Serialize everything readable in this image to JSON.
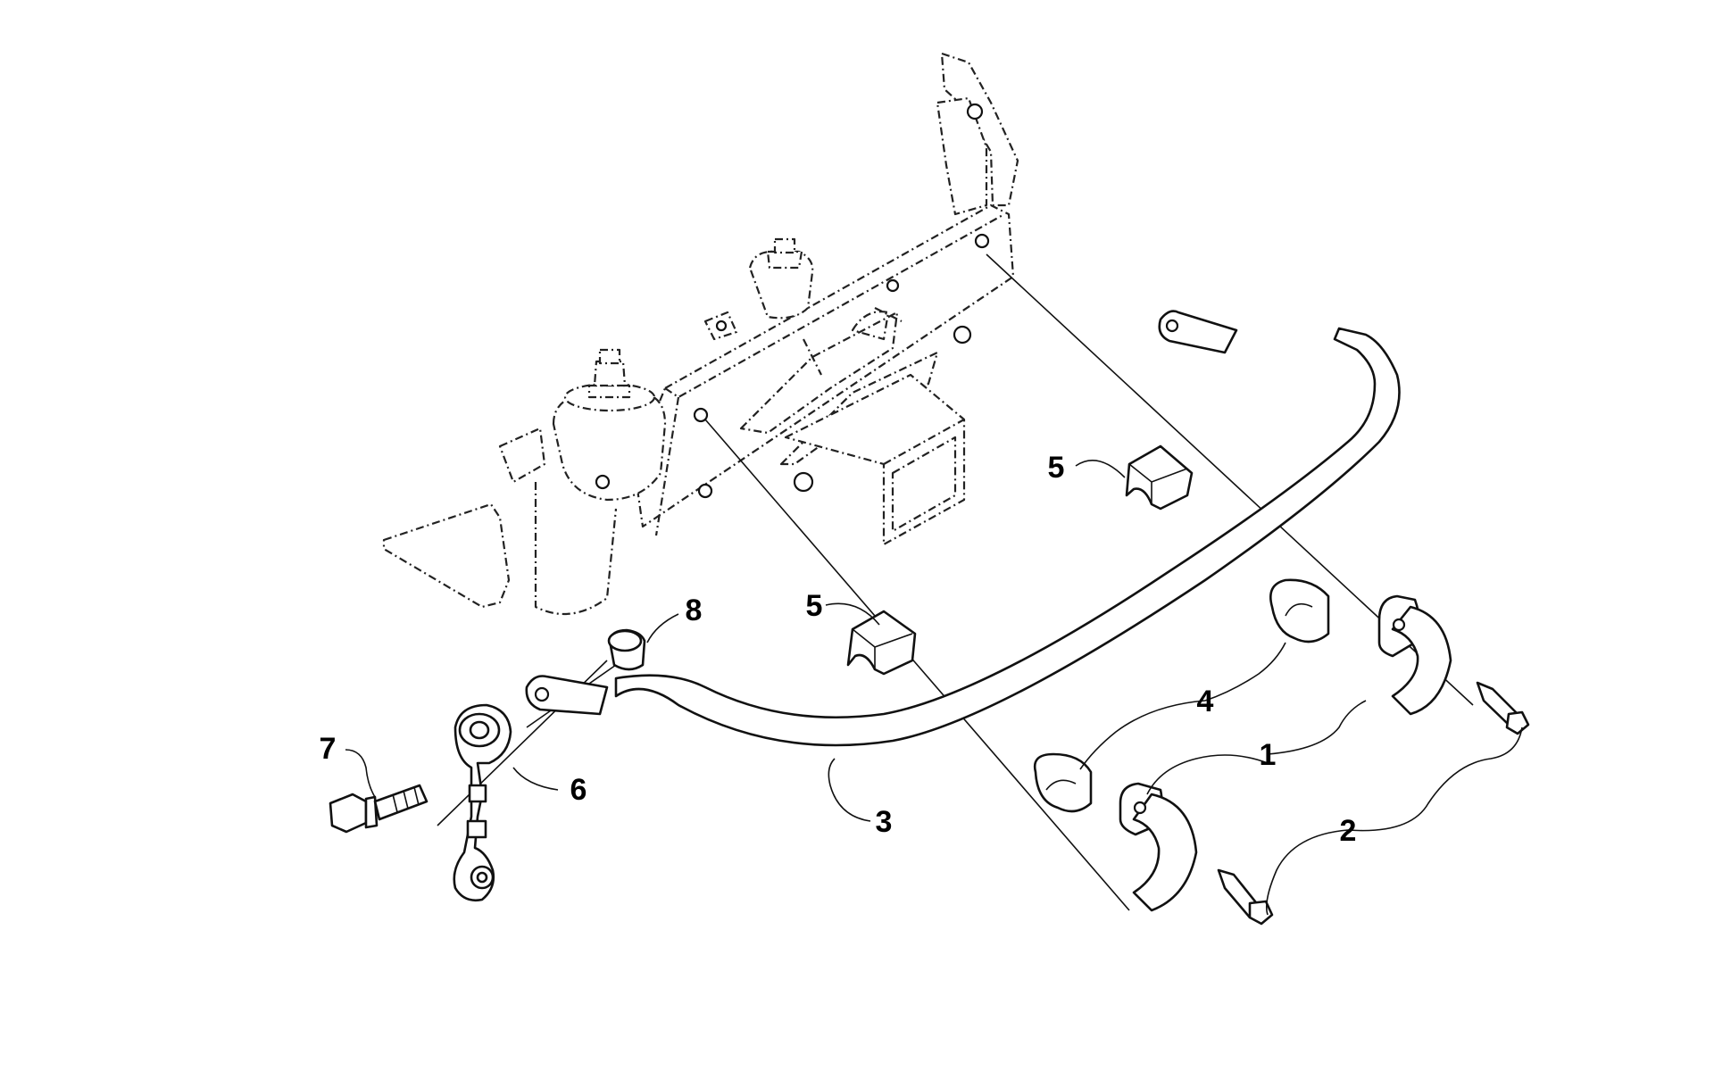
{
  "callouts": {
    "c1": "1",
    "c2": "2",
    "c3": "3",
    "c4": "4",
    "c5a": "5",
    "c5b": "5",
    "c6": "6",
    "c7": "7",
    "c8": "8"
  }
}
